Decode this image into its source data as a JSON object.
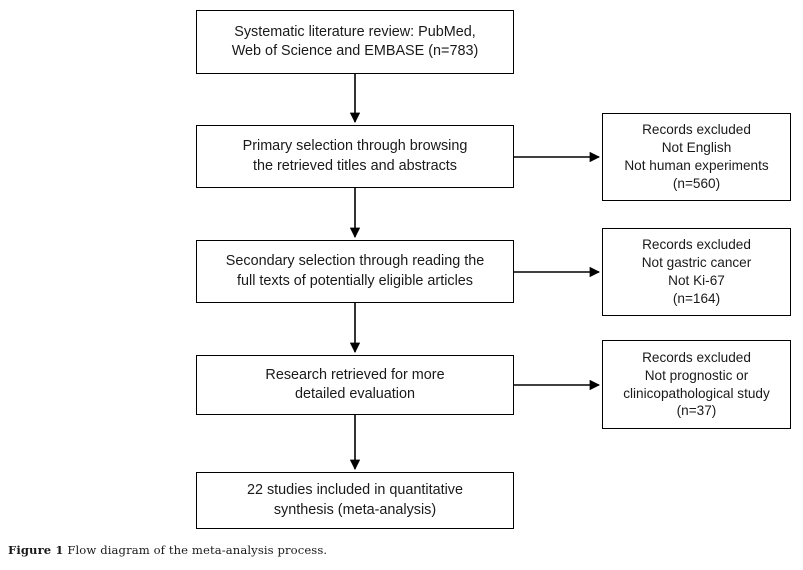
{
  "figure": {
    "caption_label": "Figure 1",
    "caption_text": "Flow diagram of the meta-analysis process.",
    "stroke_color": "#000000",
    "background_color": "#ffffff"
  },
  "flow": {
    "main_nodes": [
      {
        "id": "identification",
        "text": "Systematic literature review: PubMed,\nWeb of Science and EMBASE (n=783)",
        "count": 783
      },
      {
        "id": "primary-selection",
        "text": "Primary selection through browsing\nthe retrieved titles and abstracts"
      },
      {
        "id": "secondary-selection",
        "text": "Secondary selection through reading the\nfull texts of potentially eligible articles"
      },
      {
        "id": "retrieved",
        "text": "Research retrieved for more\ndetailed evaluation"
      },
      {
        "id": "included",
        "text": "22 studies included in quantitative\nsynthesis (meta-analysis)",
        "count": 22
      }
    ],
    "excluded_nodes": [
      {
        "id": "excluded-1",
        "text": "Records excluded\nNot English\nNot human experiments\n(n=560)",
        "count": 560
      },
      {
        "id": "excluded-2",
        "text": "Records excluded\nNot gastric cancer\nNot Ki-67\n(n=164)",
        "count": 164
      },
      {
        "id": "excluded-3",
        "text": "Records excluded\nNot prognostic or\nclinicopathological study\n(n=37)",
        "count": 37
      }
    ]
  }
}
